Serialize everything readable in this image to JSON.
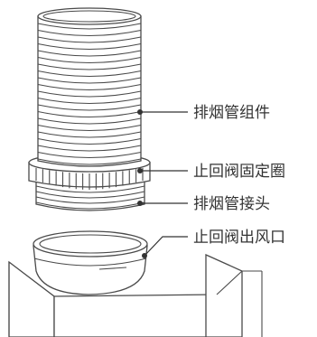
{
  "labels": {
    "exhaust_pipe_assembly": "排烟管组件",
    "check_valve_fixing_ring": "止回阀固定圈",
    "exhaust_pipe_connector": "排烟管接头",
    "check_valve_outlet": "止回阀出风口"
  },
  "colors": {
    "line": "#4a4a4a",
    "text": "#333333",
    "background": "#ffffff"
  }
}
